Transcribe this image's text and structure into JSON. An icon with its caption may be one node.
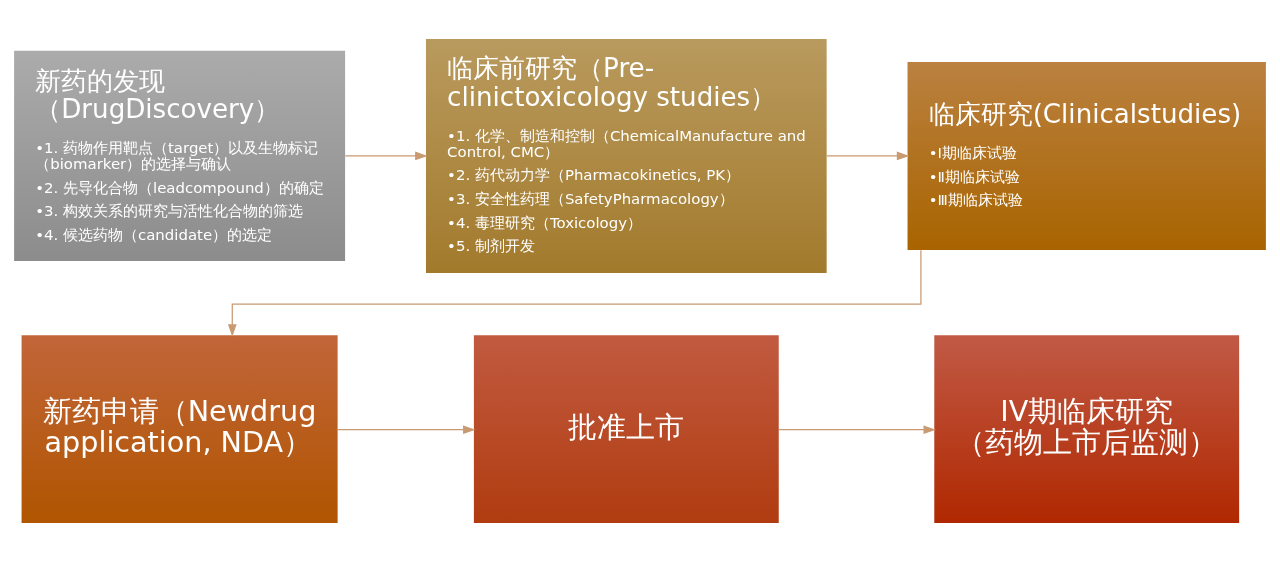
{
  "diagram": {
    "nodes": [
      {
        "text": [
          "新药的发现（DrugDiscovery）",
          "•1. 药物作用靶点（target）以及生物标记（biomarker）的选择与确认",
          "•2. 先导化合物（leadcompound）的确定",
          "•3. 构效关系的研究与活性化合物的筛选",
          "•4. 候选药物（candidate）的选定"
        ]
      },
      {
        "text": [
          "临床前研究（Pre-clinictoxicology studies）",
          "•1. 化学、制造和控制（ChemicalManufacture and Control, CMC）",
          "•2. 药代动力学（Pharmacokinetics, PK）",
          "•3. 安全性药理（SafetyPharmacology）",
          "•4. 毒理研究（Toxicology）",
          "•5. 制剂开发"
        ]
      },
      {
        "text": [
          "临床研究(Clinicalstudies)",
          "•Ⅰ期临床试验",
          "•Ⅱ期临床试验",
          "•Ⅲ期临床试验"
        ]
      },
      {
        "text": [
          "新药申请（Newdrug application, NDA）"
        ]
      },
      {
        "text": [
          "批准上市"
        ]
      },
      {
        "text": [
          "IV期临床研究（药物上市后监测）"
        ]
      }
    ],
    "edges": [
      {
        "from": 0,
        "to": 1,
        "arrow": "to"
      },
      {
        "from": 1,
        "to": 2,
        "arrow": "to"
      },
      {
        "from": 2,
        "to": 3,
        "arrow": "to"
      },
      {
        "from": 3,
        "to": 4,
        "arrow": "to"
      },
      {
        "from": 4,
        "to": 5,
        "arrow": "to"
      }
    ]
  }
}
